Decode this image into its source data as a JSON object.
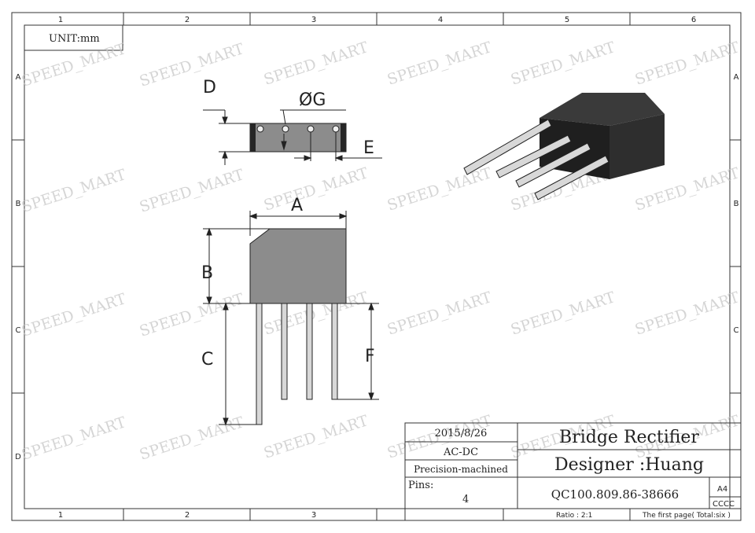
{
  "frame": {
    "columns": [
      "1",
      "2",
      "3",
      "4",
      "5",
      "6"
    ],
    "rows": [
      "A",
      "B",
      "C",
      "D"
    ]
  },
  "unit_label": "UNIT:mm",
  "watermark_text": "SPEED_MART",
  "dimensions": {
    "a": "A",
    "b": "B",
    "c": "C",
    "d": "D",
    "e": "E",
    "f": "F",
    "g": "ØG"
  },
  "title_block": {
    "date": "2015/8/26",
    "type": "AC-DC",
    "process": "Precision-machined",
    "pins_label": "Pins:",
    "pins_value": "4",
    "title": "Bridge Rectifier",
    "designer": "Designer :Huang",
    "part_number": "QC100.809.86-38666",
    "paper_size": "A4",
    "code": "CCCC",
    "ratio": "Ratio : 2:1",
    "page": "The first page( Total:six )"
  },
  "colors": {
    "body_gray": "#8c8c8c",
    "body_dark": "#262626",
    "pin_light": "#d8d8d8",
    "line": "#333333"
  }
}
